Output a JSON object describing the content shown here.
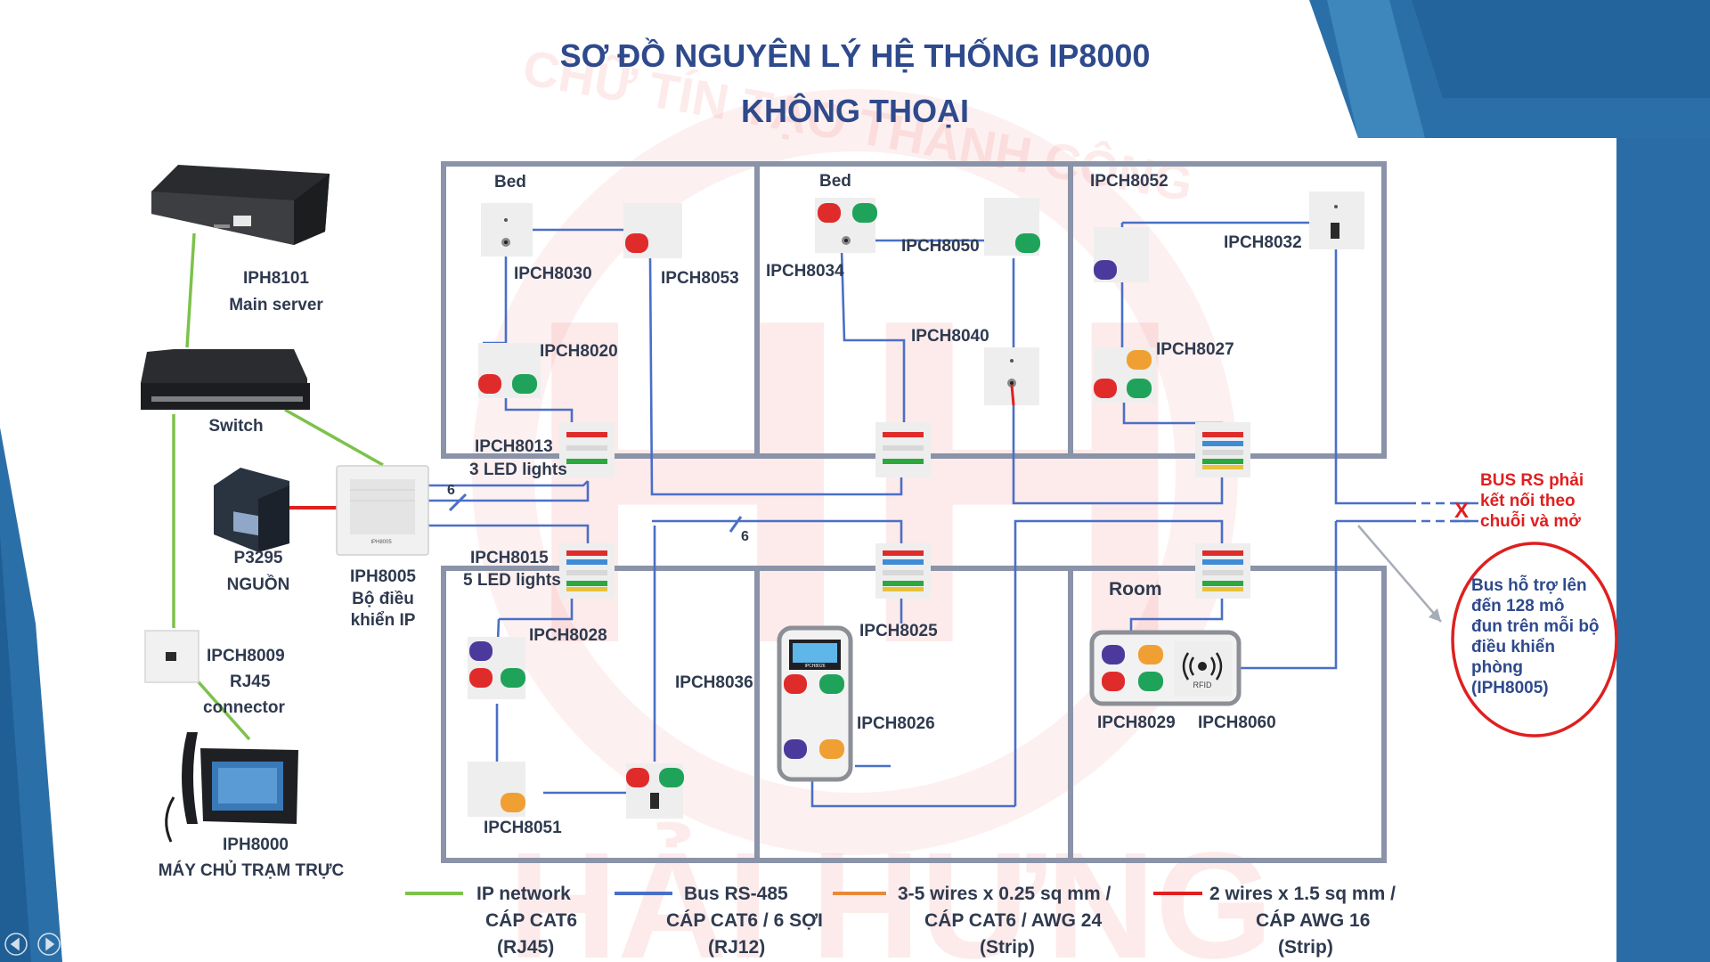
{
  "title": {
    "line1": "SƠ ĐỒ NGUYÊN LÝ HỆ THỐNG IP8000",
    "line2": "KHÔNG THOẠI"
  },
  "watermark": {
    "arc_text": "CHỮ TÍN TẠO THÀNH CÔNG",
    "bottom_text": "HẢI HƯNG",
    "logo_letters": "HH"
  },
  "left_devices": {
    "server": {
      "name": "IPH8101",
      "desc": "Main server"
    },
    "switch": {
      "name": "Switch"
    },
    "power": {
      "name": "P3295",
      "desc": "NGUỒN"
    },
    "controller": {
      "name": "IPH8005",
      "desc1": "Bộ điều",
      "desc2": "khiển IP",
      "face_text": "IPH8005"
    },
    "rj45": {
      "name": "IPCH8009",
      "desc1": "RJ45",
      "desc2": "connector"
    },
    "station": {
      "name": "IPH8000",
      "desc": "MÁY CHỦ TRẠM TRỰC"
    }
  },
  "rooms": {
    "room1_label": "Bed",
    "room2_label": "Bed",
    "room3_label": "IPCH8052",
    "room6_label": "Room"
  },
  "device_labels": {
    "ipch8030": "IPCH8030",
    "ipch8053": "IPCH8053",
    "ipch8020": "IPCH8020",
    "ipch8013": "IPCH8013",
    "ipch8013_desc": "3 LED lights",
    "ipch8034": "IPCH8034",
    "ipch8050": "IPCH8050",
    "ipch8040": "IPCH8040",
    "ipch8032": "IPCH8032",
    "ipch8027": "IPCH8027",
    "ipch8015": "IPCH8015",
    "ipch8015_desc": "5 LED lights",
    "ipch8028": "IPCH8028",
    "ipch8051": "IPCH8051",
    "ipch8036": "IPCH8036",
    "ipch8025": "IPCH8025",
    "ipch8026": "IPCH8026",
    "ipch8029": "IPCH8029",
    "ipch8060": "IPCH8060",
    "rfid": "RFID",
    "lcd_text": "IPCH8026"
  },
  "cable_marks": {
    "mark1": "6",
    "mark2": "6"
  },
  "bus_note": {
    "red1": "BUS RS phải",
    "red2": "kết nối theo",
    "red3": "chuỗi và mở",
    "x": "X",
    "line1": "Bus hỗ trợ lên",
    "line2": "đến 128 mô",
    "line3": "đun trên mỗi bộ",
    "line4": "điều khiển",
    "line5": "phòng",
    "line6": "(IPH8005)"
  },
  "legend": [
    {
      "line1": "IP network",
      "line2": "CÁP CAT6",
      "line3": "(RJ45)",
      "color": "#7cc24a"
    },
    {
      "line1": "Bus RS-485",
      "line2": "CÁP CAT6 / 6 SỢI",
      "line3": "(RJ12)",
      "color": "#4a6fc7"
    },
    {
      "line1": "3-5 wires x 0.25 sq mm /",
      "line2": "CÁP CAT6 / AWG 24",
      "line3": "(Strip)",
      "color": "#e8893a"
    },
    {
      "line1": "2 wires x 1.5 sq mm /",
      "line2": "CÁP AWG 16",
      "line3": "(Strip)",
      "color": "#e01f1f"
    }
  ],
  "colors": {
    "ip_green": "#7cc24a",
    "bus_blue": "#4a6fc7",
    "wire_orange": "#e8893a",
    "wire_red": "#e01f1f",
    "wall": "#8a93a8",
    "title_blue": "#2e4a8c"
  },
  "bottom_toolbar": {
    "icons": [
      "prev-icon",
      "next-icon",
      "pen-icon",
      "slides-icon",
      "zoom-icon",
      "more-icon"
    ]
  }
}
